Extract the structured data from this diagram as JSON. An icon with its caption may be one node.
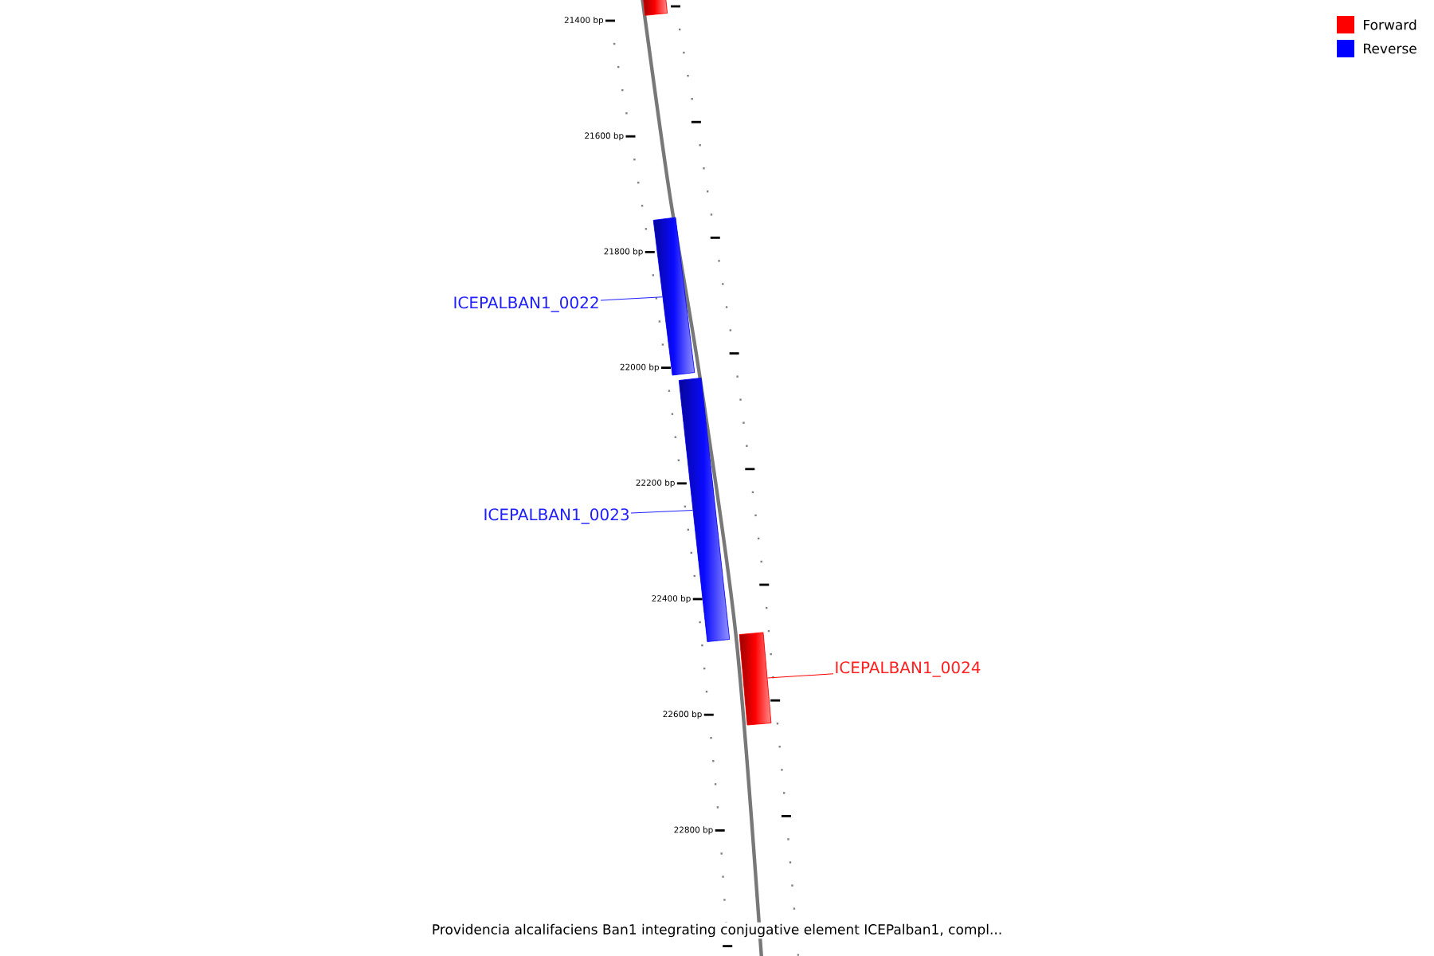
{
  "diagram": {
    "caption": "Providencia alcalifaciens Ban1 integrating conjugative element ICEPalban1, compl...",
    "nodes": [
      {
        "text": [],
        "shape": "bar"
      },
      {
        "text": [
          "ICEPALBAN1_0022"
        ]
      },
      {
        "text": [],
        "shape": "bar"
      },
      {
        "text": [
          "ICEPALBAN1_0023"
        ]
      },
      {
        "text": [],
        "shape": "bar"
      },
      {
        "text": [],
        "shape": "bar"
      },
      {
        "text": [
          "ICEPALBAN1_0024"
        ]
      }
    ],
    "edges": [
      {
        "from": 1,
        "to": 2,
        "arrow": "none"
      },
      {
        "from": 3,
        "to": 4,
        "arrow": "none"
      },
      {
        "from": 6,
        "to": 5,
        "arrow": "none",
        "color": "#ff0000"
      }
    ],
    "labels": [
      "21400 bp",
      "21600 bp",
      "21800 bp",
      "22000 bp",
      "22200 bp",
      "22400 bp",
      "22600 bp",
      "22800 bp"
    ],
    "legend": [
      {
        "text": "Forward",
        "color": "#ff0000"
      },
      {
        "text": "Reverse",
        "color": "#0000ff"
      }
    ]
  }
}
